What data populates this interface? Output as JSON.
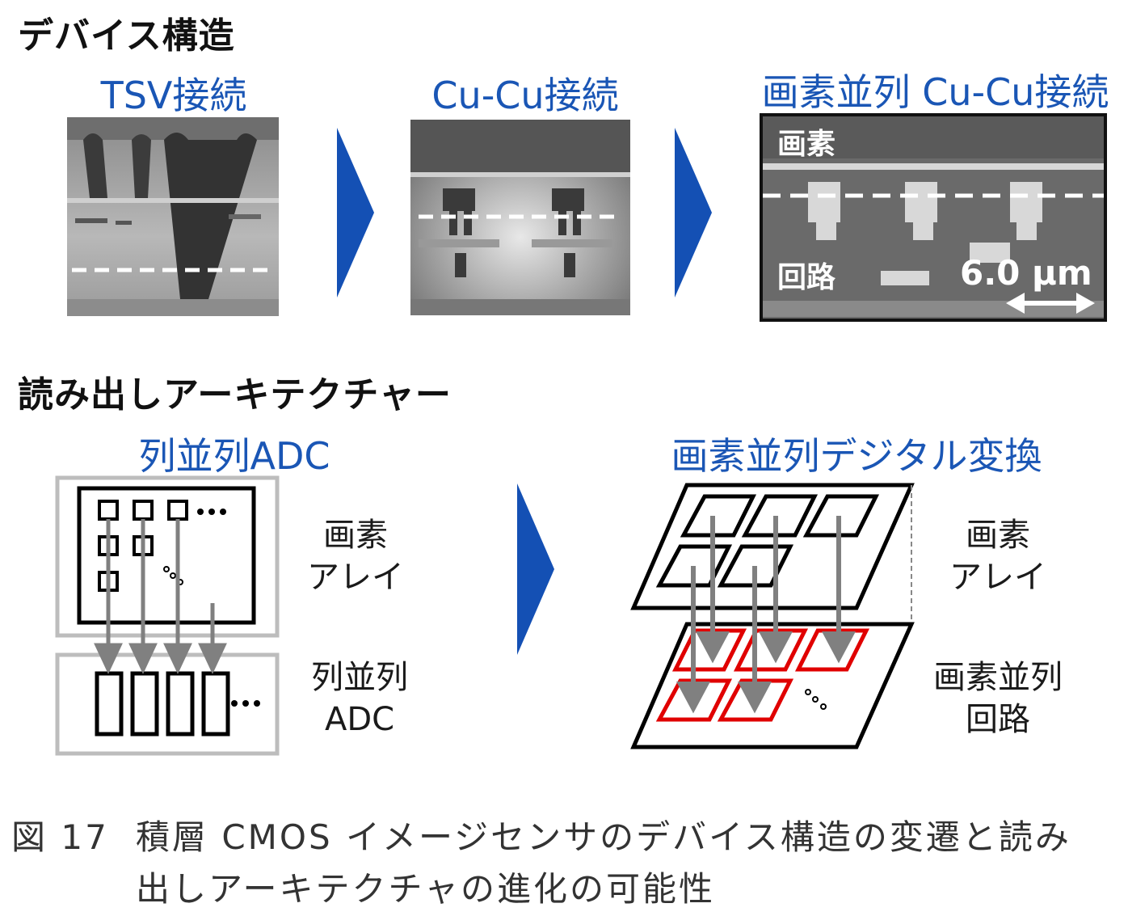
{
  "sections": {
    "device_structure": "デバイス構造",
    "readout_architecture": "読み出しアーキテクチャー"
  },
  "device_stages": [
    {
      "label": "TSV接続"
    },
    {
      "label": "Cu-Cu接続"
    },
    {
      "label": "画素並列 Cu-Cu接続"
    }
  ],
  "photo3": {
    "pixel_label": "画素",
    "circuit_label": "回路",
    "scale_label": "6.0 μm"
  },
  "readout": {
    "left_title": "列並列ADC",
    "right_title": "画素並列デジタル変換",
    "left_labels": {
      "pixel_array": [
        "画素",
        "アレイ"
      ],
      "adc": [
        "列並列",
        "ADC"
      ]
    },
    "right_labels": {
      "pixel_array": [
        "画素",
        "アレイ"
      ],
      "circuit": [
        "画素並列",
        "回路"
      ]
    },
    "ellipsis": "•••"
  },
  "caption": {
    "number": "図 17",
    "line1": "積層 CMOS イメージセンサのデバイス構造の変遷と読み",
    "line2": "出しアーキテクチャの進化の可能性"
  },
  "colors": {
    "accent": "#1a56b5",
    "arrow": "#1450b4",
    "highlight": "#e00000",
    "gray_arrow": "#808080"
  }
}
